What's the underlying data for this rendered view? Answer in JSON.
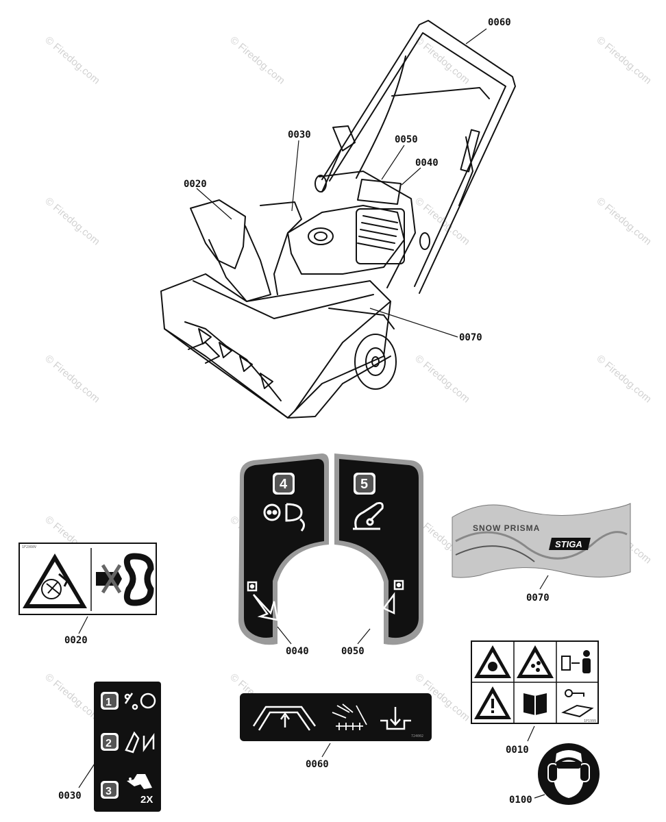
{
  "watermark": {
    "text": "© Firedog.com",
    "color": "#d2d2d2"
  },
  "callouts": {
    "c0010": "0010",
    "c0020_top": "0020",
    "c0020": "0020",
    "c0030_top": "0030",
    "c0030": "0030",
    "c0040_top": "0040",
    "c0040": "0040",
    "c0050_top": "0050",
    "c0050": "0050",
    "c0060_top": "0060",
    "c0060": "0060",
    "c0070_top": "0070",
    "c0070": "0070",
    "c0100": "0100"
  },
  "decals": {
    "d0020": {
      "part_code": "1F2X60V"
    },
    "d0030": {
      "steps": [
        "1",
        "2",
        "3"
      ],
      "repeat": "2X"
    },
    "d0040": {
      "step": "4"
    },
    "d0050": {
      "step": "5"
    },
    "d0060": {
      "part_code": "724002"
    },
    "d0070": {
      "title": "SNOW PRISMA",
      "brand": "STIGA"
    },
    "d0010": {
      "part_code": "1P1999"
    }
  },
  "icons": {
    "warning": "warning-triangle-icon",
    "manual": "book-icon",
    "ear_protection": "ear-protection-icon"
  }
}
